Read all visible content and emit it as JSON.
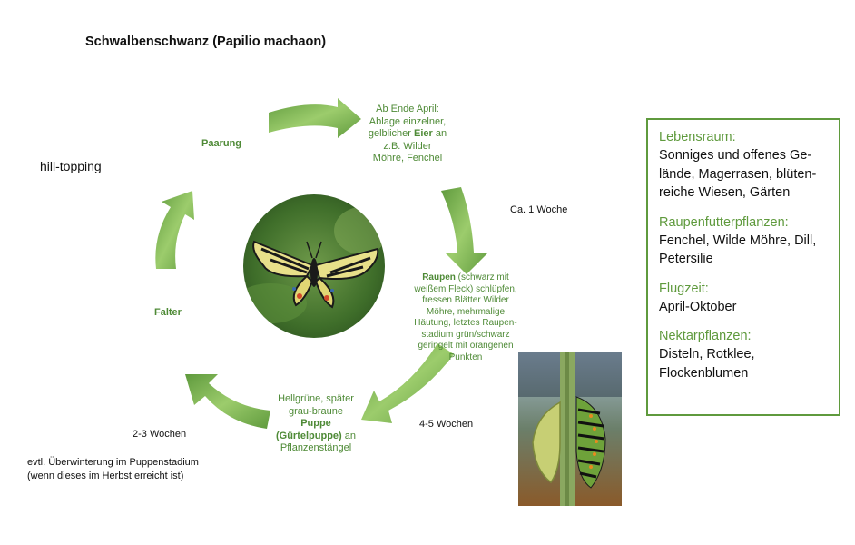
{
  "title": "Schwalbenschwanz (Papilio machaon)",
  "labels": {
    "hill_topping": "hill-topping",
    "paarung": "Paarung",
    "falter": "Falter",
    "week1": "Ca. 1 Woche",
    "weeks45": "4-5 Wochen",
    "weeks23": "2-3 Wochen",
    "overwinter_1": "evtl. Überwinterung im Puppenstadium",
    "overwinter_2": "(wenn dieses im Herbst erreicht ist)"
  },
  "eggs": {
    "line1": "Ab Ende April:",
    "line2": "Ablage einzelner,",
    "line3a": "gelblicher ",
    "line3b": "Eier",
    "line3c": " an",
    "line4": "z.B. Wilder",
    "line5": "Möhre, Fenchel"
  },
  "caterpillar": {
    "bold": "Raupen",
    "line1": " (schwarz mit",
    "line2": "weißem Fleck) schlüpfen,",
    "line3": "fressen Blätter Wilder",
    "line4": "Möhre, mehrmalige",
    "line5": "Häutung, letztes Raupen-",
    "line6": "stadium grün/schwarz",
    "line7": "geringelt mit orangenen",
    "line8": "Punkten"
  },
  "pupa": {
    "line1": "Hellgrüne, später",
    "line2": "grau-braune",
    "line3": "Puppe",
    "line4a": "(Gürtelpuppe)",
    "line4b": " an",
    "line5": "Pflanzenstängel"
  },
  "info": {
    "h1": "Lebensraum:",
    "t1": "Sonniges und offenes Ge-lände, Magerrasen, blüten-reiche Wiesen, Gärten",
    "h2": "Raupenfutterpflanzen:",
    "t2": "Fenchel, Wilde Möhre, Dill, Petersilie",
    "h3": "Flugzeit:",
    "t3": "April-Oktober",
    "h4": "Nektarpflanzen:",
    "t4": "Disteln, Rotklee, Flockenblumen"
  },
  "colors": {
    "accent": "#5f9a3d",
    "arrow": "#79b04c",
    "text_green": "#4e8a36"
  },
  "icons": {
    "photo1": "butterfly-photo",
    "photo2": "pupa-caterpillar-photo"
  }
}
